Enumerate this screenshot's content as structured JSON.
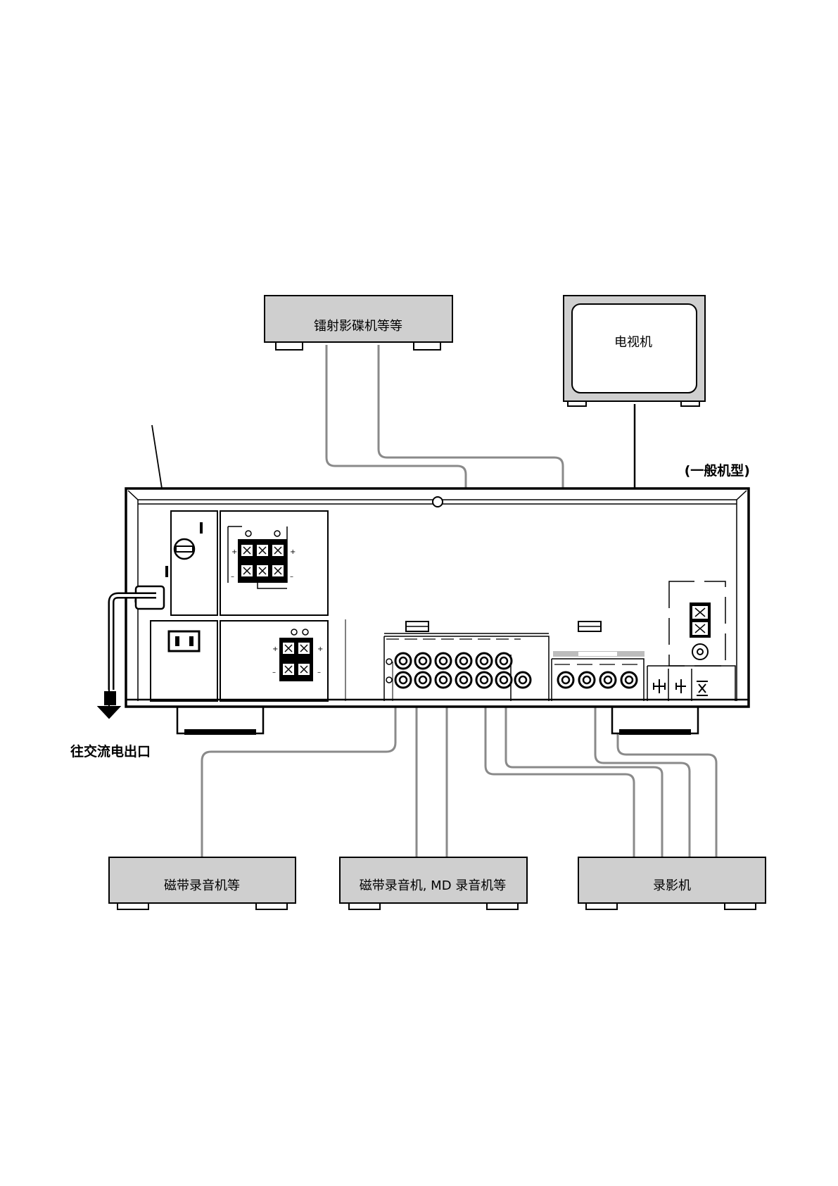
{
  "devices": {
    "ld_player": "镭射影碟机等等",
    "tv": "电视机",
    "tape_deck": "磁带录音机等",
    "tape_md": "磁带录音机, MD 录音机等",
    "vcr": "录影机"
  },
  "labels": {
    "model_note": "(一般机型)",
    "ac_outlet": "往交流电出口"
  }
}
